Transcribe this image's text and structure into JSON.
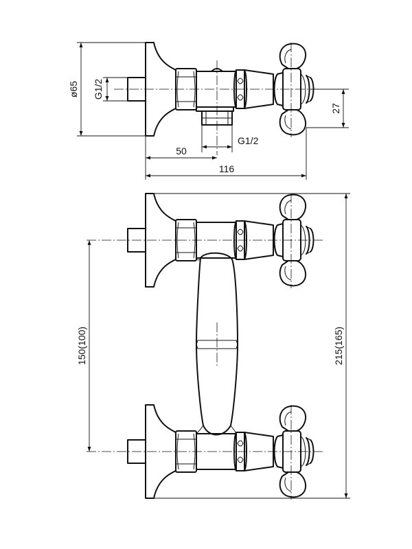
{
  "top_view": {
    "dim_diameter": "ø65",
    "dim_thread_inlet": "G1/2",
    "dim_thread_outlet": "G1/2",
    "dim_offset": "27",
    "dim_outlet_position": "50",
    "dim_total_depth": "116"
  },
  "front_view": {
    "dim_centers": "150(100)",
    "dim_total_height": "215(165)"
  }
}
